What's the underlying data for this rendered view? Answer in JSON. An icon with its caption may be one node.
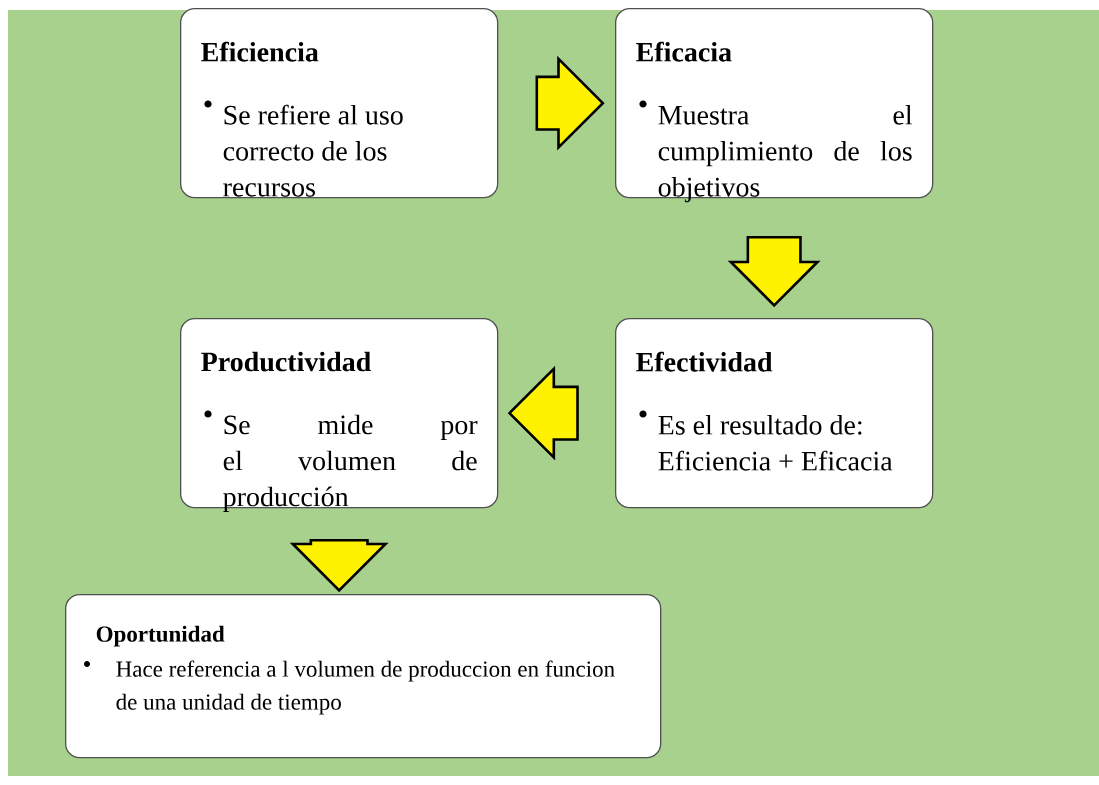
{
  "diagram": {
    "nodes": [
      {
        "text": [
          "Eficiencia",
          "Se refiere al uso correcto de los recursos"
        ]
      },
      {
        "text": [
          "Eficacia",
          "Muestra el cumplimiento de los objetivos"
        ]
      },
      {
        "text": [
          "Productividad",
          "Se mide por el volumen de producción"
        ]
      },
      {
        "text": [
          "Efectividad",
          "Es el resultado de: Eficiencia + Eficacia"
        ]
      },
      {
        "text": [
          "Oportunidad",
          "Hace referencia a l volumen de produccion en funcion de una unidad de tiempo"
        ]
      }
    ],
    "edges": [
      {
        "from": 0,
        "to": 1,
        "arrow": "to"
      },
      {
        "from": 1,
        "to": 3,
        "arrow": "to"
      },
      {
        "from": 3,
        "to": 2,
        "arrow": "to"
      },
      {
        "from": 2,
        "to": 4,
        "arrow": "to"
      }
    ]
  }
}
